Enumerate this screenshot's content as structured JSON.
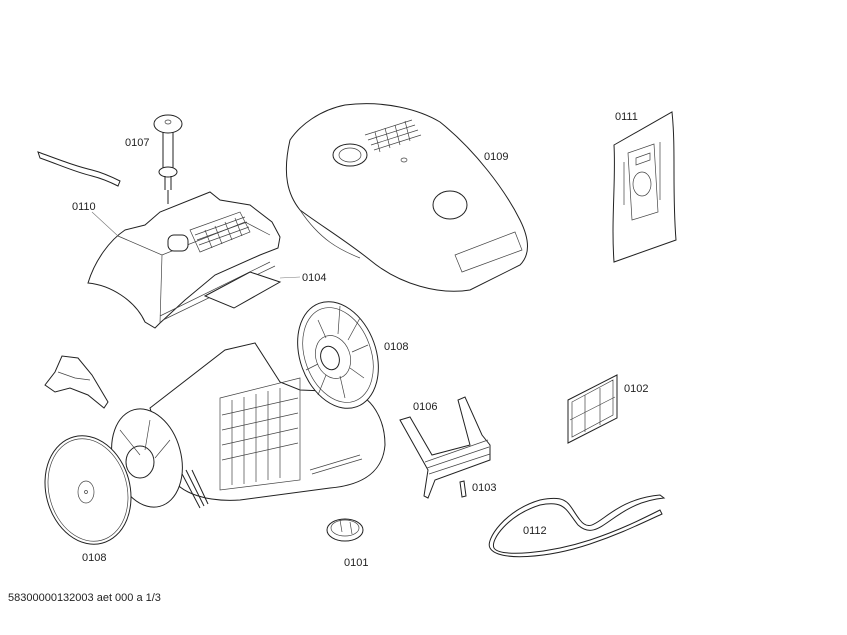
{
  "diagram": {
    "title": "Exploded parts diagram – canister vacuum cleaner",
    "footer": "58300000132003 aet 000 a 1/3",
    "parts": [
      {
        "id": "0107",
        "label": "0107"
      },
      {
        "id": "0110",
        "label": "0110"
      },
      {
        "id": "0104",
        "label": "0104"
      },
      {
        "id": "0109",
        "label": "0109"
      },
      {
        "id": "0111",
        "label": "0111"
      },
      {
        "id": "0108a",
        "label": "0108"
      },
      {
        "id": "0108b",
        "label": "0108"
      },
      {
        "id": "0106",
        "label": "0106"
      },
      {
        "id": "0102",
        "label": "0102"
      },
      {
        "id": "0103",
        "label": "0103"
      },
      {
        "id": "0112",
        "label": "0112"
      },
      {
        "id": "0101",
        "label": "0101"
      }
    ]
  }
}
